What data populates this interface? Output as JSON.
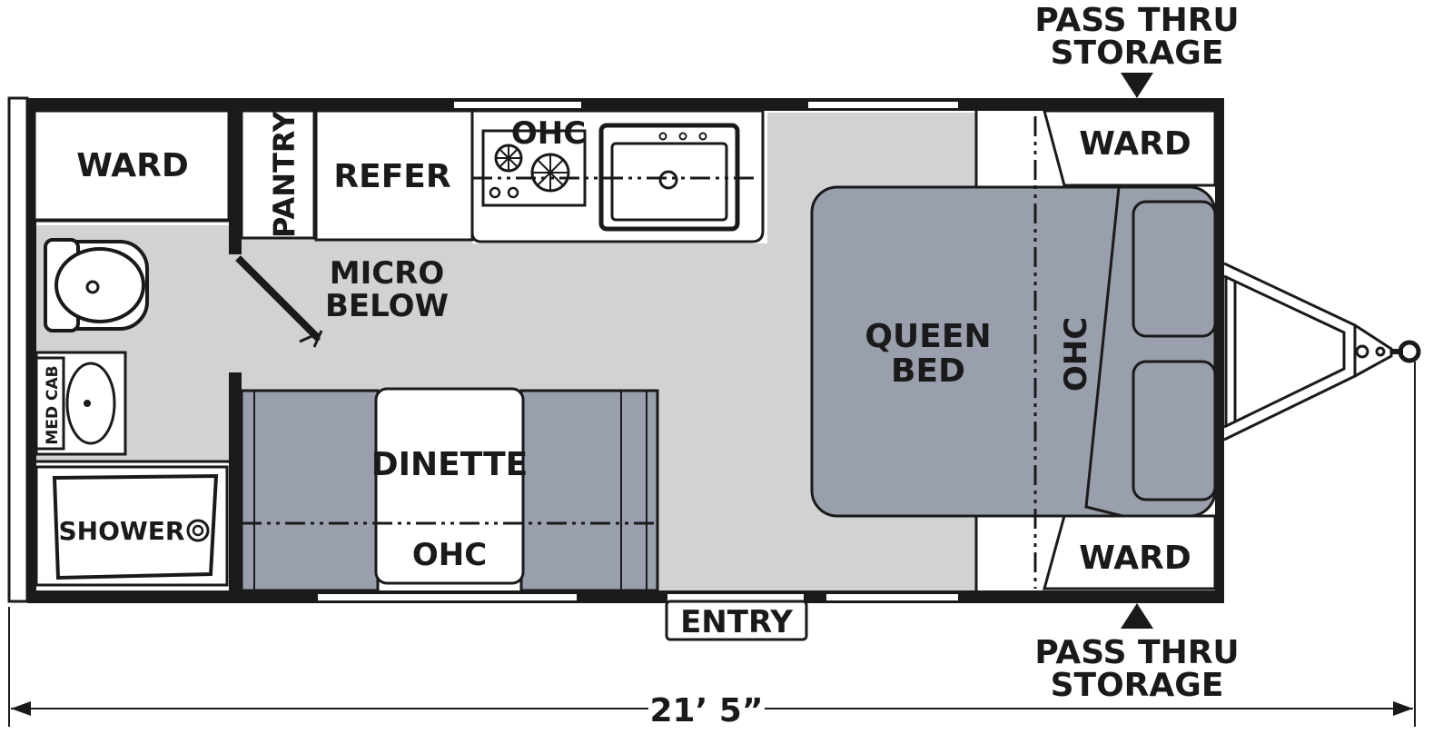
{
  "labels": {
    "pass_thru_top_1": "PASS THRU",
    "pass_thru_top_2": "STORAGE",
    "pass_thru_bottom_1": "PASS THRU",
    "pass_thru_bottom_2": "STORAGE",
    "ward_rear": "WARD",
    "pantry": "PANTRY",
    "refer": "REFER",
    "ohc_kitchen": "OHC",
    "micro_1": "MICRO",
    "micro_2": "BELOW",
    "med_cab": "MED CAB",
    "shower": "SHOWER",
    "dinette": "DINETTE",
    "ohc_dinette": "OHC",
    "queen_1": "QUEEN",
    "queen_2": "BED",
    "ohc_bed": "OHC",
    "ward_front_top": "WARD",
    "ward_front_bottom": "WARD",
    "entry": "ENTRY",
    "length": "21’ 5”"
  },
  "colors": {
    "floor": "#d1d2d4",
    "furniture": "#9a9fae",
    "line": "#1a1a1a"
  }
}
